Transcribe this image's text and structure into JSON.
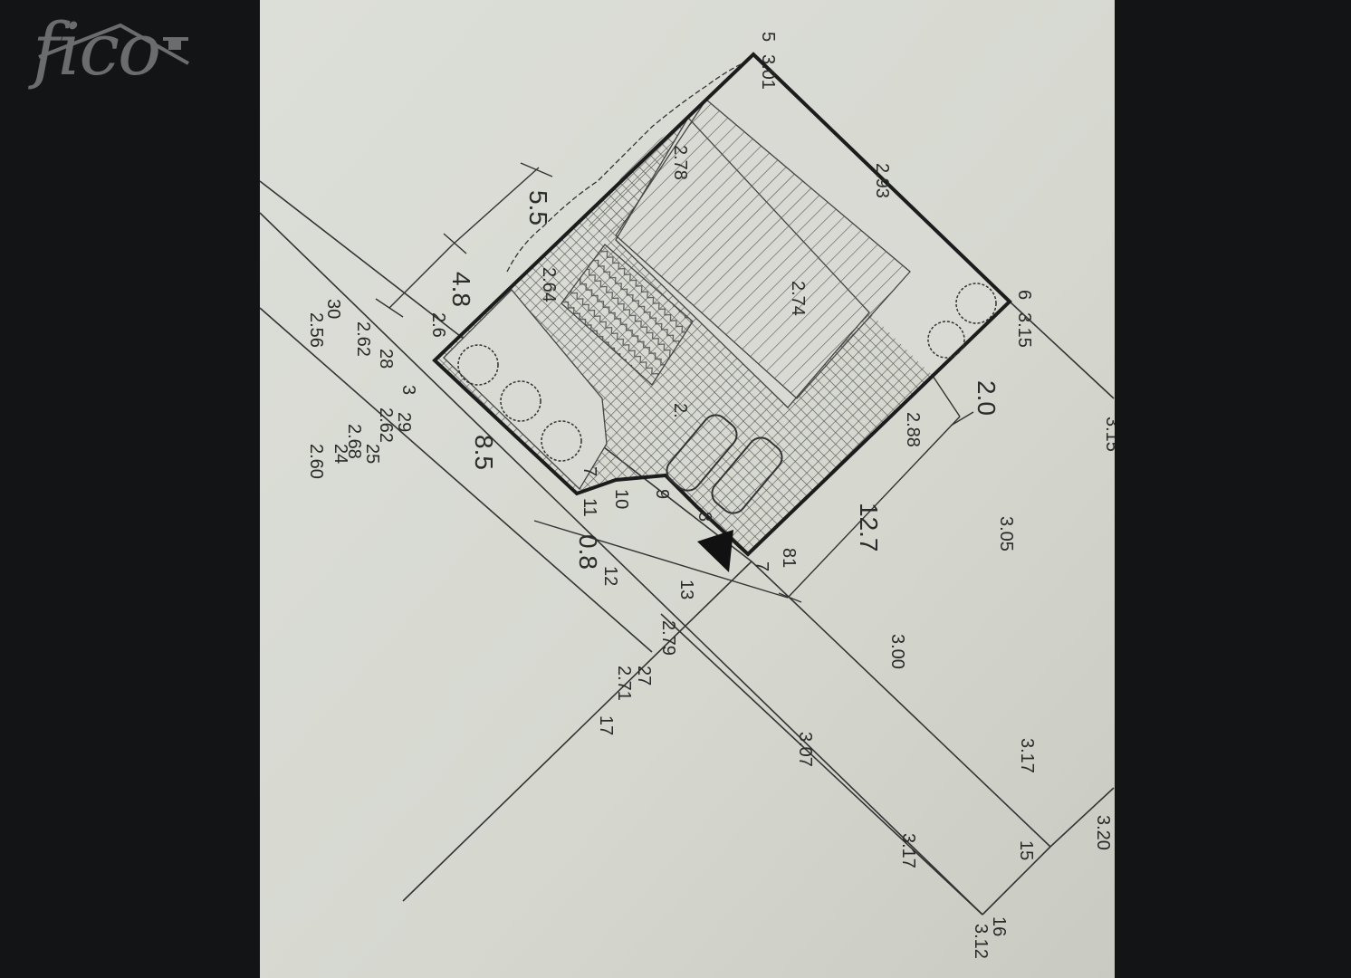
{
  "logo": {
    "text": "fico"
  },
  "colors": {
    "background": "#131416",
    "paper": "#d9dbd4",
    "ink": "#2a2b2a",
    "logo": "#6b6c6e"
  },
  "plan": {
    "dimensions": {
      "d_5_5": "5.5",
      "d_4_8": "4.8",
      "d_8_5": "8.5",
      "d_0_8": "0.8",
      "d_12_7": "12.7",
      "d_2_0": "2.0"
    },
    "points": {
      "p5": "5",
      "p6": "6",
      "p7": "7",
      "p81": "81",
      "p8": "8",
      "p9": "9",
      "p10": "10",
      "p11": "11",
      "p12": "12",
      "p13": "13",
      "p15": "15",
      "p16": "16",
      "p17": "17",
      "p27": "27",
      "p28": "28",
      "p29": "29",
      "p30": "30",
      "p24": "24",
      "p25": "25",
      "p3": "3",
      "p7b": "7"
    },
    "elevations": {
      "e3_01": "3.01",
      "e2_78": "2.78",
      "e2_93": "2.93",
      "e2_64": "2.64",
      "e2_74": "2.74",
      "e3_15": "3.15",
      "e2_88": "2.88",
      "e2_6": "2.6",
      "e2_": "2.",
      "e3_05": "3.05",
      "e3_00": "3.00",
      "e3_17a": "3.17",
      "e3_20": "3.20",
      "e3_07": "3.07",
      "e3_17b": "3.17",
      "e3_12": "3.12",
      "e2_79": "2.79",
      "e2_71": "2.71",
      "e2_56": "2.56",
      "e2_60": "2.60",
      "e2_68": "2.68",
      "e2_62": "2.62",
      "e2_62b": "2.62",
      "e3_15b": "3.15"
    }
  }
}
